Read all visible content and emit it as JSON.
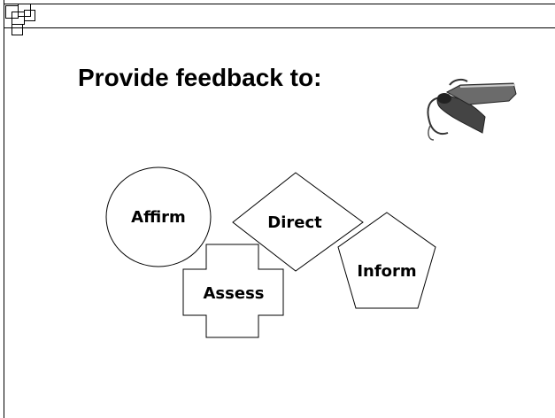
{
  "slide": {
    "title": "Provide feedback to:",
    "shapes": [
      {
        "id": "affirm",
        "label": "Affirm",
        "shape": "circle"
      },
      {
        "id": "direct",
        "label": "Direct",
        "shape": "diamond"
      },
      {
        "id": "assess",
        "label": "Assess",
        "shape": "cross"
      },
      {
        "id": "inform",
        "label": "Inform",
        "shape": "pentagon"
      }
    ],
    "clipart": "hand-with-telephone-receiver"
  },
  "colors": {
    "ink": "#000000",
    "background": "#ffffff",
    "shape_fill": "#ffffff",
    "clipart_dark": "#333333"
  }
}
